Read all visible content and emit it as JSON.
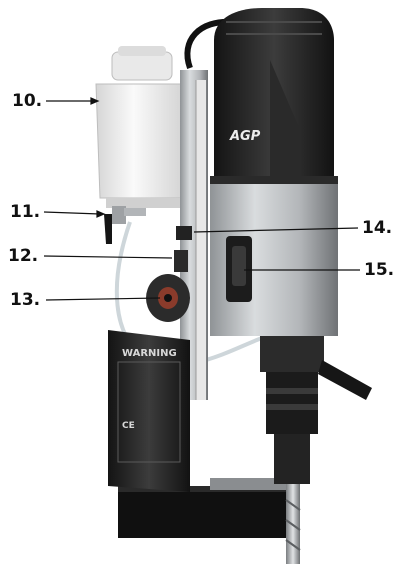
{
  "callouts": [
    {
      "number": "10."
    },
    {
      "number": "11."
    },
    {
      "number": "12."
    },
    {
      "number": "13."
    },
    {
      "number": "14."
    },
    {
      "number": "15."
    }
  ],
  "brand": {
    "logo_text": "AGP"
  },
  "label": {
    "warning_text": "WARNING",
    "ce_mark": "CE"
  },
  "colors": {
    "body_dark": "#1b1b1b",
    "housing_gray": "#3a3a3a",
    "aluminum": "#b9bcbf",
    "tank_white": "#f2f2f2",
    "background": "#ffffff"
  }
}
